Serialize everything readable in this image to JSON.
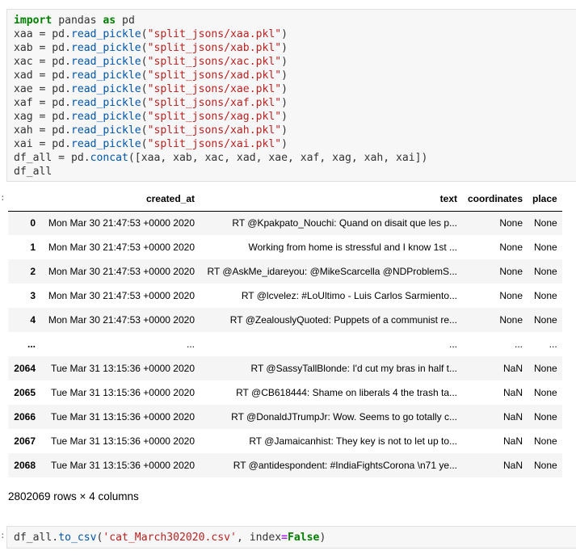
{
  "cells": {
    "first": {
      "lines": [
        [
          {
            "t": "import",
            "c": "kw"
          },
          {
            "t": " pandas ",
            "c": "op"
          },
          {
            "t": "as",
            "c": "kw"
          },
          {
            "t": " pd",
            "c": "op"
          }
        ],
        [
          {
            "t": "xaa = pd.",
            "c": "op"
          },
          {
            "t": "read_pickle",
            "c": "fn"
          },
          {
            "t": "(",
            "c": "op"
          },
          {
            "t": "\"split_jsons/xaa.pkl\"",
            "c": "str"
          },
          {
            "t": ")",
            "c": "op"
          }
        ],
        [
          {
            "t": "xab = pd.",
            "c": "op"
          },
          {
            "t": "read_pickle",
            "c": "fn"
          },
          {
            "t": "(",
            "c": "op"
          },
          {
            "t": "\"split_jsons/xab.pkl\"",
            "c": "str"
          },
          {
            "t": ")",
            "c": "op"
          }
        ],
        [
          {
            "t": "xac = pd.",
            "c": "op"
          },
          {
            "t": "read_pickle",
            "c": "fn"
          },
          {
            "t": "(",
            "c": "op"
          },
          {
            "t": "\"split_jsons/xac.pkl\"",
            "c": "str"
          },
          {
            "t": ")",
            "c": "op"
          }
        ],
        [
          {
            "t": "xad = pd.",
            "c": "op"
          },
          {
            "t": "read_pickle",
            "c": "fn"
          },
          {
            "t": "(",
            "c": "op"
          },
          {
            "t": "\"split_jsons/xad.pkl\"",
            "c": "str"
          },
          {
            "t": ")",
            "c": "op"
          }
        ],
        [
          {
            "t": "xae = pd.",
            "c": "op"
          },
          {
            "t": "read_pickle",
            "c": "fn"
          },
          {
            "t": "(",
            "c": "op"
          },
          {
            "t": "\"split_jsons/xae.pkl\"",
            "c": "str"
          },
          {
            "t": ")",
            "c": "op"
          }
        ],
        [
          {
            "t": "xaf = pd.",
            "c": "op"
          },
          {
            "t": "read_pickle",
            "c": "fn"
          },
          {
            "t": "(",
            "c": "op"
          },
          {
            "t": "\"split_jsons/xaf.pkl\"",
            "c": "str"
          },
          {
            "t": ")",
            "c": "op"
          }
        ],
        [
          {
            "t": "xag = pd.",
            "c": "op"
          },
          {
            "t": "read_pickle",
            "c": "fn"
          },
          {
            "t": "(",
            "c": "op"
          },
          {
            "t": "\"split_jsons/xag.pkl\"",
            "c": "str"
          },
          {
            "t": ")",
            "c": "op"
          }
        ],
        [
          {
            "t": "xah = pd.",
            "c": "op"
          },
          {
            "t": "read_pickle",
            "c": "fn"
          },
          {
            "t": "(",
            "c": "op"
          },
          {
            "t": "\"split_jsons/xah.pkl\"",
            "c": "str"
          },
          {
            "t": ")",
            "c": "op"
          }
        ],
        [
          {
            "t": "xai = pd.",
            "c": "op"
          },
          {
            "t": "read_pickle",
            "c": "fn"
          },
          {
            "t": "(",
            "c": "op"
          },
          {
            "t": "\"split_jsons/xai.pkl\"",
            "c": "str"
          },
          {
            "t": ")",
            "c": "op"
          }
        ],
        [
          {
            "t": "df_all = pd.",
            "c": "op"
          },
          {
            "t": "concat",
            "c": "fn"
          },
          {
            "t": "([xaa, xab, xac, xad, xae, xaf, xag, xah, xai])",
            "c": "op"
          }
        ],
        [
          {
            "t": "df_all",
            "c": "op"
          }
        ]
      ]
    },
    "second": {
      "lines": [
        [
          {
            "t": "df_all.",
            "c": "op"
          },
          {
            "t": "to_csv",
            "c": "fn"
          },
          {
            "t": "(",
            "c": "op"
          },
          {
            "t": "'cat_March302020.csv'",
            "c": "str"
          },
          {
            "t": ", index",
            "c": "op"
          },
          {
            "t": "=",
            "c": "eq"
          },
          {
            "t": "False",
            "c": "kw"
          },
          {
            "t": ")",
            "c": "op"
          }
        ]
      ]
    }
  },
  "dataframe": {
    "columns": [
      "",
      "created_at",
      "text",
      "coordinates",
      "place"
    ],
    "rows": [
      [
        "0",
        "Mon Mar 30 21:47:53 +0000 2020",
        "RT @Kpakpato_Nouchi: Quand on disait que les p...",
        "None",
        "None"
      ],
      [
        "1",
        "Mon Mar 30 21:47:53 +0000 2020",
        "Working from home is stressful and I know 1st ...",
        "None",
        "None"
      ],
      [
        "2",
        "Mon Mar 30 21:47:53 +0000 2020",
        "RT @AskMe_idareyou: @MikeScarcella @NDProblemS...",
        "None",
        "None"
      ],
      [
        "3",
        "Mon Mar 30 21:47:53 +0000 2020",
        "RT @lcvelez: #LoUltimo - Luis Carlos Sarmiento...",
        "None",
        "None"
      ],
      [
        "4",
        "Mon Mar 30 21:47:53 +0000 2020",
        "RT @ZealouslyQuoted: Puppets of a communist re...",
        "None",
        "None"
      ],
      [
        "...",
        "...",
        "...",
        "...",
        "..."
      ],
      [
        "2064",
        "Tue Mar 31 13:15:36 +0000 2020",
        "RT @SassyTallBlonde: I'd cut my bras in half t...",
        "NaN",
        "None"
      ],
      [
        "2065",
        "Tue Mar 31 13:15:36 +0000 2020",
        "RT @CB618444: Shame on liberals 4 the trash ta...",
        "NaN",
        "None"
      ],
      [
        "2066",
        "Tue Mar 31 13:15:36 +0000 2020",
        "RT @DonaldJTrumpJr: Wow. Seems to go totally c...",
        "NaN",
        "None"
      ],
      [
        "2067",
        "Tue Mar 31 13:15:36 +0000 2020",
        "RT @Jamaicanhist: They key is not to let up to...",
        "NaN",
        "None"
      ],
      [
        "2068",
        "Tue Mar 31 13:15:36 +0000 2020",
        "RT @antidespondent: #IndiaFightsCorona \\n71 ye...",
        "NaN",
        "None"
      ]
    ],
    "shape_summary": "2802069 rows × 4 columns"
  },
  "prompt_marker": ":"
}
